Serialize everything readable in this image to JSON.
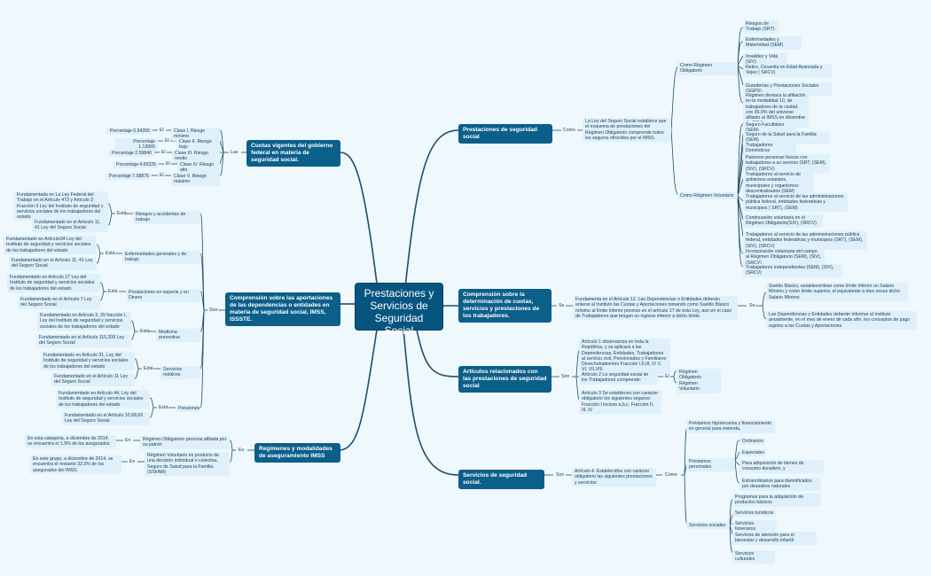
{
  "center": "Prestaciones y Servicios de Seguridad Social",
  "right": {
    "prestaciones": {
      "title": "Prestaciones de seguridad social",
      "conn": "Como",
      "desc": "La Ley del Seguro Social establece que el esquema de prestaciones del Régimen Obligatorio comprende todos los seguros ofrecidos por el IMSS.",
      "obligatorio": {
        "label": "Como Régimen Obligatorio",
        "items": [
          "Riesgos de Trabajo (SRT)",
          "Enfermedades y Maternidad (SEM)",
          "Invalidez y Vida (SIV)",
          "Retiro, Cesantía en Edad Avanzada y Vejez ( SRCV)",
          "Guarderías y Prestaciones Sociales (SGPS)",
          "Régimen destaca la afiliación en la modalidad 10, de trabajadores de la ciudad, con 96.9% del universo afiliado al IMSS en diciembre de 2014."
        ]
      },
      "voluntario": {
        "label": "Como Régimen Voluntario",
        "items": [
          "Seguro Facultativo (SEM)",
          "Seguro de la Salud para la Familia (SEM)",
          "Trabajadores Domésticos",
          "Patrones personas físicas con trabajadores a su servicio (SRT, (SEM), (SIV), (SRCV)",
          "Trabajadores al servicio de gobiernos estatales, municipales y organismos descentralizados (SEM)",
          "Trabajadores al servicio de las administraciones pública federal, entidades federativas y municipios ( SRT), (SEM)",
          "Continuación voluntaria en el Régimen Obligatorio(SIV), (SRCV)",
          "Trabajadores al servicio de las administraciones pública federal, entidades federativas y municipios (SRT), (SEM), (SIV), (SRCV)",
          "Incorporación voluntaria del campo al Régimen Obligatorio (SEM), (SIV), (SRCV)",
          "Trabajadores independientes (SEM), (SIV), (SRCV)"
        ]
      }
    },
    "comprension": {
      "title": "Comprensión sobre la determinación de cuotas, servicios y prestaciones de los trabajadores.",
      "conn": "Se",
      "desc": "Fundamenta en el Artículo 12. Las Dependencias o Entidades deberán enterar al Instituto las Cuotas y Aportaciones tomando como Sueldo Básico mínimo al límite inferior previsto en el artículo 17 de esta Ley, aun en el caso de Trabajadores que tengan un ingreso inferior a dicho límite.",
      "conn2": "Se",
      "items": [
        "Sueldo Básico, establecerdose como límite inferior un Salario Mínimo y como límite superior, el equivalente a diez veces dicho Salario Mínimo.",
        "Las Dependencias y Entidades deberán informar al Instituto anualmente, en el mes de enero de cada año, los conceptos de pago sujetos a las Cuotas y Aportaciones"
      ]
    },
    "articulos": {
      "title": "Artículos relacionados con las prestaciones de seguridad social",
      "conn": "Son",
      "items": [
        "Artículo 1 observancia en toda la República, y se aplicará a las Dependencias, Entidades, Trabajadores al servicio civil, Pensionados y Familiares Derechohabientes Fracción I,II,III, IV V, VI, VII,VIII.",
        "Artículo 2 La seguridad social de los Trabajadores comprende:",
        "Artículo 3 Se establecen con carácter obligatorio los siguientes seguros: Fracción I incisos a,b,c, Fracción II, III, IV"
      ],
      "conn2": "El",
      "sub": [
        "Régimen Obligatorio",
        "Régimen Voluntario"
      ]
    },
    "servicios": {
      "title": "Servicios de seguridad social.",
      "conn": "Son",
      "desc": "Artículo 4. Establecidos con carácter obligatorio las siguientes prestaciones y servicios:",
      "conn2": "Como",
      "hipotecarios": "Préstamos hipotecarios y financiamiento en general para vivienda,",
      "personales": {
        "label": "Préstamos personales",
        "items": [
          "Ordinarios",
          "Especiales",
          "Para adquisición de bienes de consumo duradero, y",
          "Extraordinarios para damnificados por desastres naturales"
        ]
      },
      "sociales": {
        "label": "Servicios sociales",
        "items": [
          "Programas para la adquisición de productos básicos",
          "Servicios turísticos",
          "Servicios funerarios",
          "Servicios de atención para el bienestar y desarrollo infantil",
          "Servicios culturales"
        ]
      }
    }
  },
  "left": {
    "cuotas": {
      "title": "Cuotas vigentes del gobierno federal en materia de seguridad social.",
      "conn": "Las",
      "el": "El",
      "classes": [
        {
          "cls": "Clase I. Riesgo mínimo",
          "pct": "Porcentaje 0.54355"
        },
        {
          "cls": "Clase II. Riesgo bajo",
          "pct": "Porcentaje 1.13065"
        },
        {
          "cls": "Clase III. Riesgo medio",
          "pct": "Porcentaje 2.59840"
        },
        {
          "cls": "Clase IV. Riesgo alto",
          "pct": "Porcentaje 4.65325"
        },
        {
          "cls": "Clase V. Riesgo máximo",
          "pct": "Porcentaje 7.58875"
        }
      ]
    },
    "aportaciones": {
      "title": "Comprensión sobre las aportaciones de las dependencias o entidades en materia de seguridad social, IMSS, ISSSTE.",
      "conn": "Son",
      "esta": "Está",
      "groups": [
        {
          "label": "Riesgos y accidentes de trabajo",
          "items": [
            "Fundamentada en La Ley Federal del Trabajo en el Artículo 473 y Artículo 3 Fracción II Ley del Instituto de seguridad y servicios sociales de los trabajadores del estado",
            "Fundamentado en el Artículo 11, 41 Ley del Seguro Social"
          ]
        },
        {
          "label": "Enfermedades generales y de trabajo",
          "items": [
            "Fundamentado en Artículo34 Ley del Instituto de seguridad y servicios sociales de los trabajadores del estado",
            "Fundamentado en el Artículo 11, 41 Ley del Seguro Social"
          ]
        },
        {
          "label": "Prestaciones en especie y en Dinero",
          "items": [
            "Fundamentado en Artículo 27 Ley del Instituto de seguridad y servicios sociales de los trabajadores del estado",
            "Fundamentado en el Artículo 7 Ley del Seguro Social"
          ]
        },
        {
          "label": "Medicina preventiva",
          "items": [
            "Fundamentado en Artículo 3, 35 fracción I, Ley del Instituto de seguridad y servicios sociales de los trabajadores del estado",
            "Fundamentado en el Artículo 110,209 Ley del Seguro Social"
          ]
        },
        {
          "label": "Servicios médicos",
          "items": [
            "Fundamentado en Artículo 31, Ley del Instituto de seguridad y servicios sociales de los trabajadores del estado",
            "Fundamentado en el Artículo 11 Ley del Seguro Social"
          ]
        },
        {
          "label": "Pensiones",
          "items": [
            "Fundamentado en Artículo 44, Ley del Instituto de seguridad y servicios sociales de los trabajadores del estado",
            "Fundamentado en el Artículo 10,68,69 Ley del Seguro Social"
          ]
        }
      ]
    },
    "regimenes": {
      "title": "Regímenes y modalidades de aseguramiento IMSS",
      "conn": "Es",
      "en": "En",
      "items": [
        {
          "label": "Régimen Obligatorio persona afiliada por su patrón",
          "detail": "En esta categoría, a diciembre de 2014, se encuentra el 1.9% de los asegurados"
        },
        {
          "label": "Régimen Voluntario es producto de una decisión individual o colectiva, Seguro de Salud para la Familia (SSFAM)",
          "detail": "En este grupo, a diciembre de 2014, se encuentra el restante 32.2% de los asegurados del IMSS."
        }
      ]
    }
  }
}
